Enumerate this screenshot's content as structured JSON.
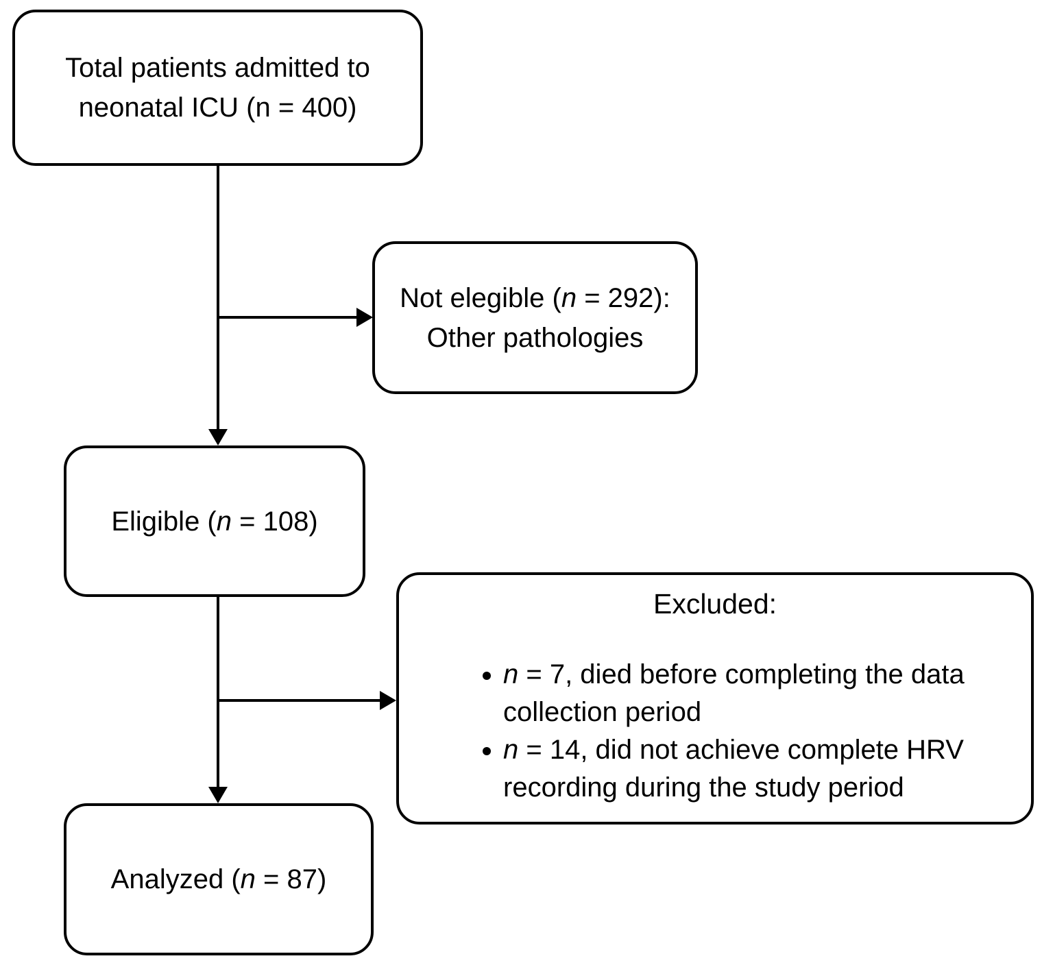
{
  "colors": {
    "background": "#ffffff",
    "line": "#000000",
    "text": "#000000"
  },
  "boxes": {
    "total": {
      "line1": "Total patients admitted to",
      "line2": "neonatal ICU (n = 400)"
    },
    "not_eligible": {
      "line1_pre": "Not elegible (",
      "line1_n": "n",
      "line1_post": " = 292):",
      "line2": "Other pathologies"
    },
    "eligible": {
      "pre": "Eligible (",
      "n": "n",
      "post": " = 108)"
    },
    "excluded": {
      "title": "Excluded:",
      "bullets": [
        {
          "n": "n",
          "text": " = 7, died before completing the data collection period"
        },
        {
          "n": "n",
          "text": " = 14, did not achieve complete HRV recording during the study period"
        }
      ]
    },
    "analyzed": {
      "pre": "Analyzed (",
      "n": "n",
      "post": " = 87)"
    }
  }
}
